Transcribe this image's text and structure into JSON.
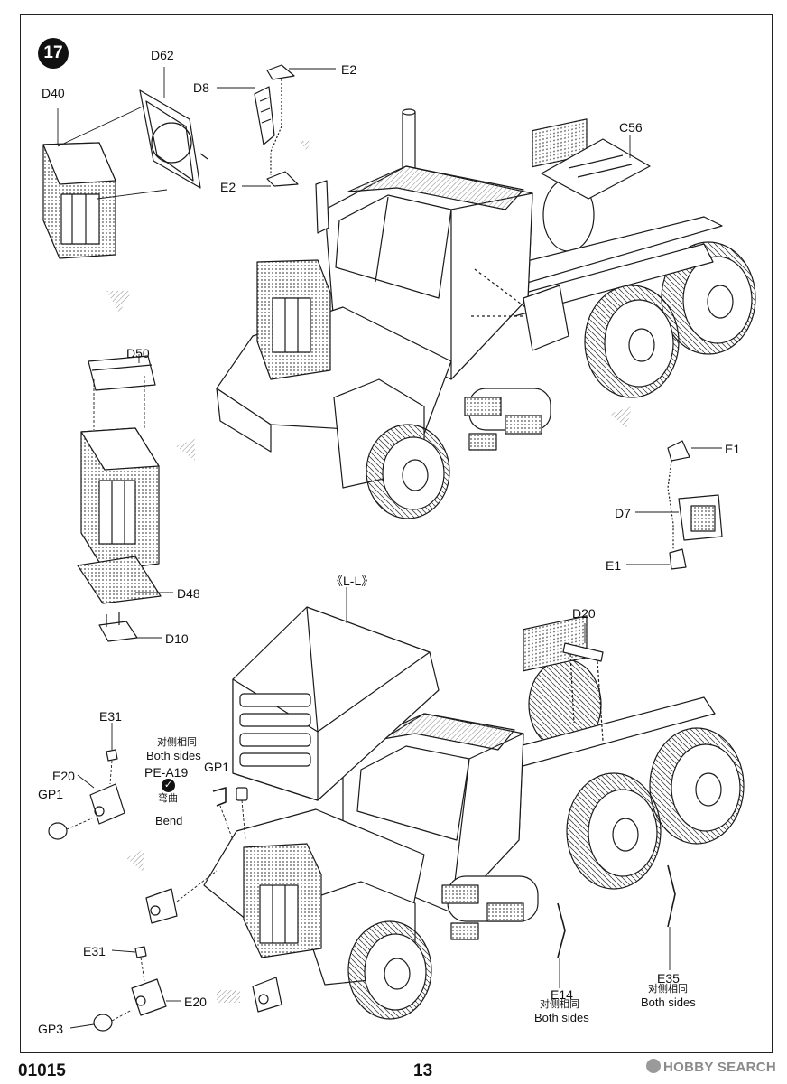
{
  "step": {
    "number": "17"
  },
  "labels": {
    "D40": "D40",
    "D62": "D62",
    "D8": "D8",
    "E2a": "E2",
    "E2b": "E2",
    "C56": "C56",
    "D50": "D50",
    "D48": "D48",
    "D10": "D10",
    "E1a": "E1",
    "D7": "D7",
    "E1b": "E1",
    "LL": "《L-L》",
    "D20": "D20",
    "E31a": "E31",
    "E20a": "E20",
    "GP1a": "GP1",
    "PEA19": "PE-A19",
    "GP1b": "GP1",
    "E31b": "E31",
    "E20b": "E20",
    "GP3": "GP3",
    "E14": "E14",
    "E35": "E35"
  },
  "notes": {
    "both_sides_cn_1": "对侧相同",
    "both_sides_en_1": "Both sides",
    "bend_cn": "弯曲",
    "bend_en": "Bend",
    "e14_cn": "对侧相同",
    "e14_en": "Both sides",
    "e35_cn": "对侧相同",
    "e35_en": "Both sides"
  },
  "footer": {
    "code": "01015",
    "page": "13",
    "watermark": "HOBBY SEARCH"
  }
}
